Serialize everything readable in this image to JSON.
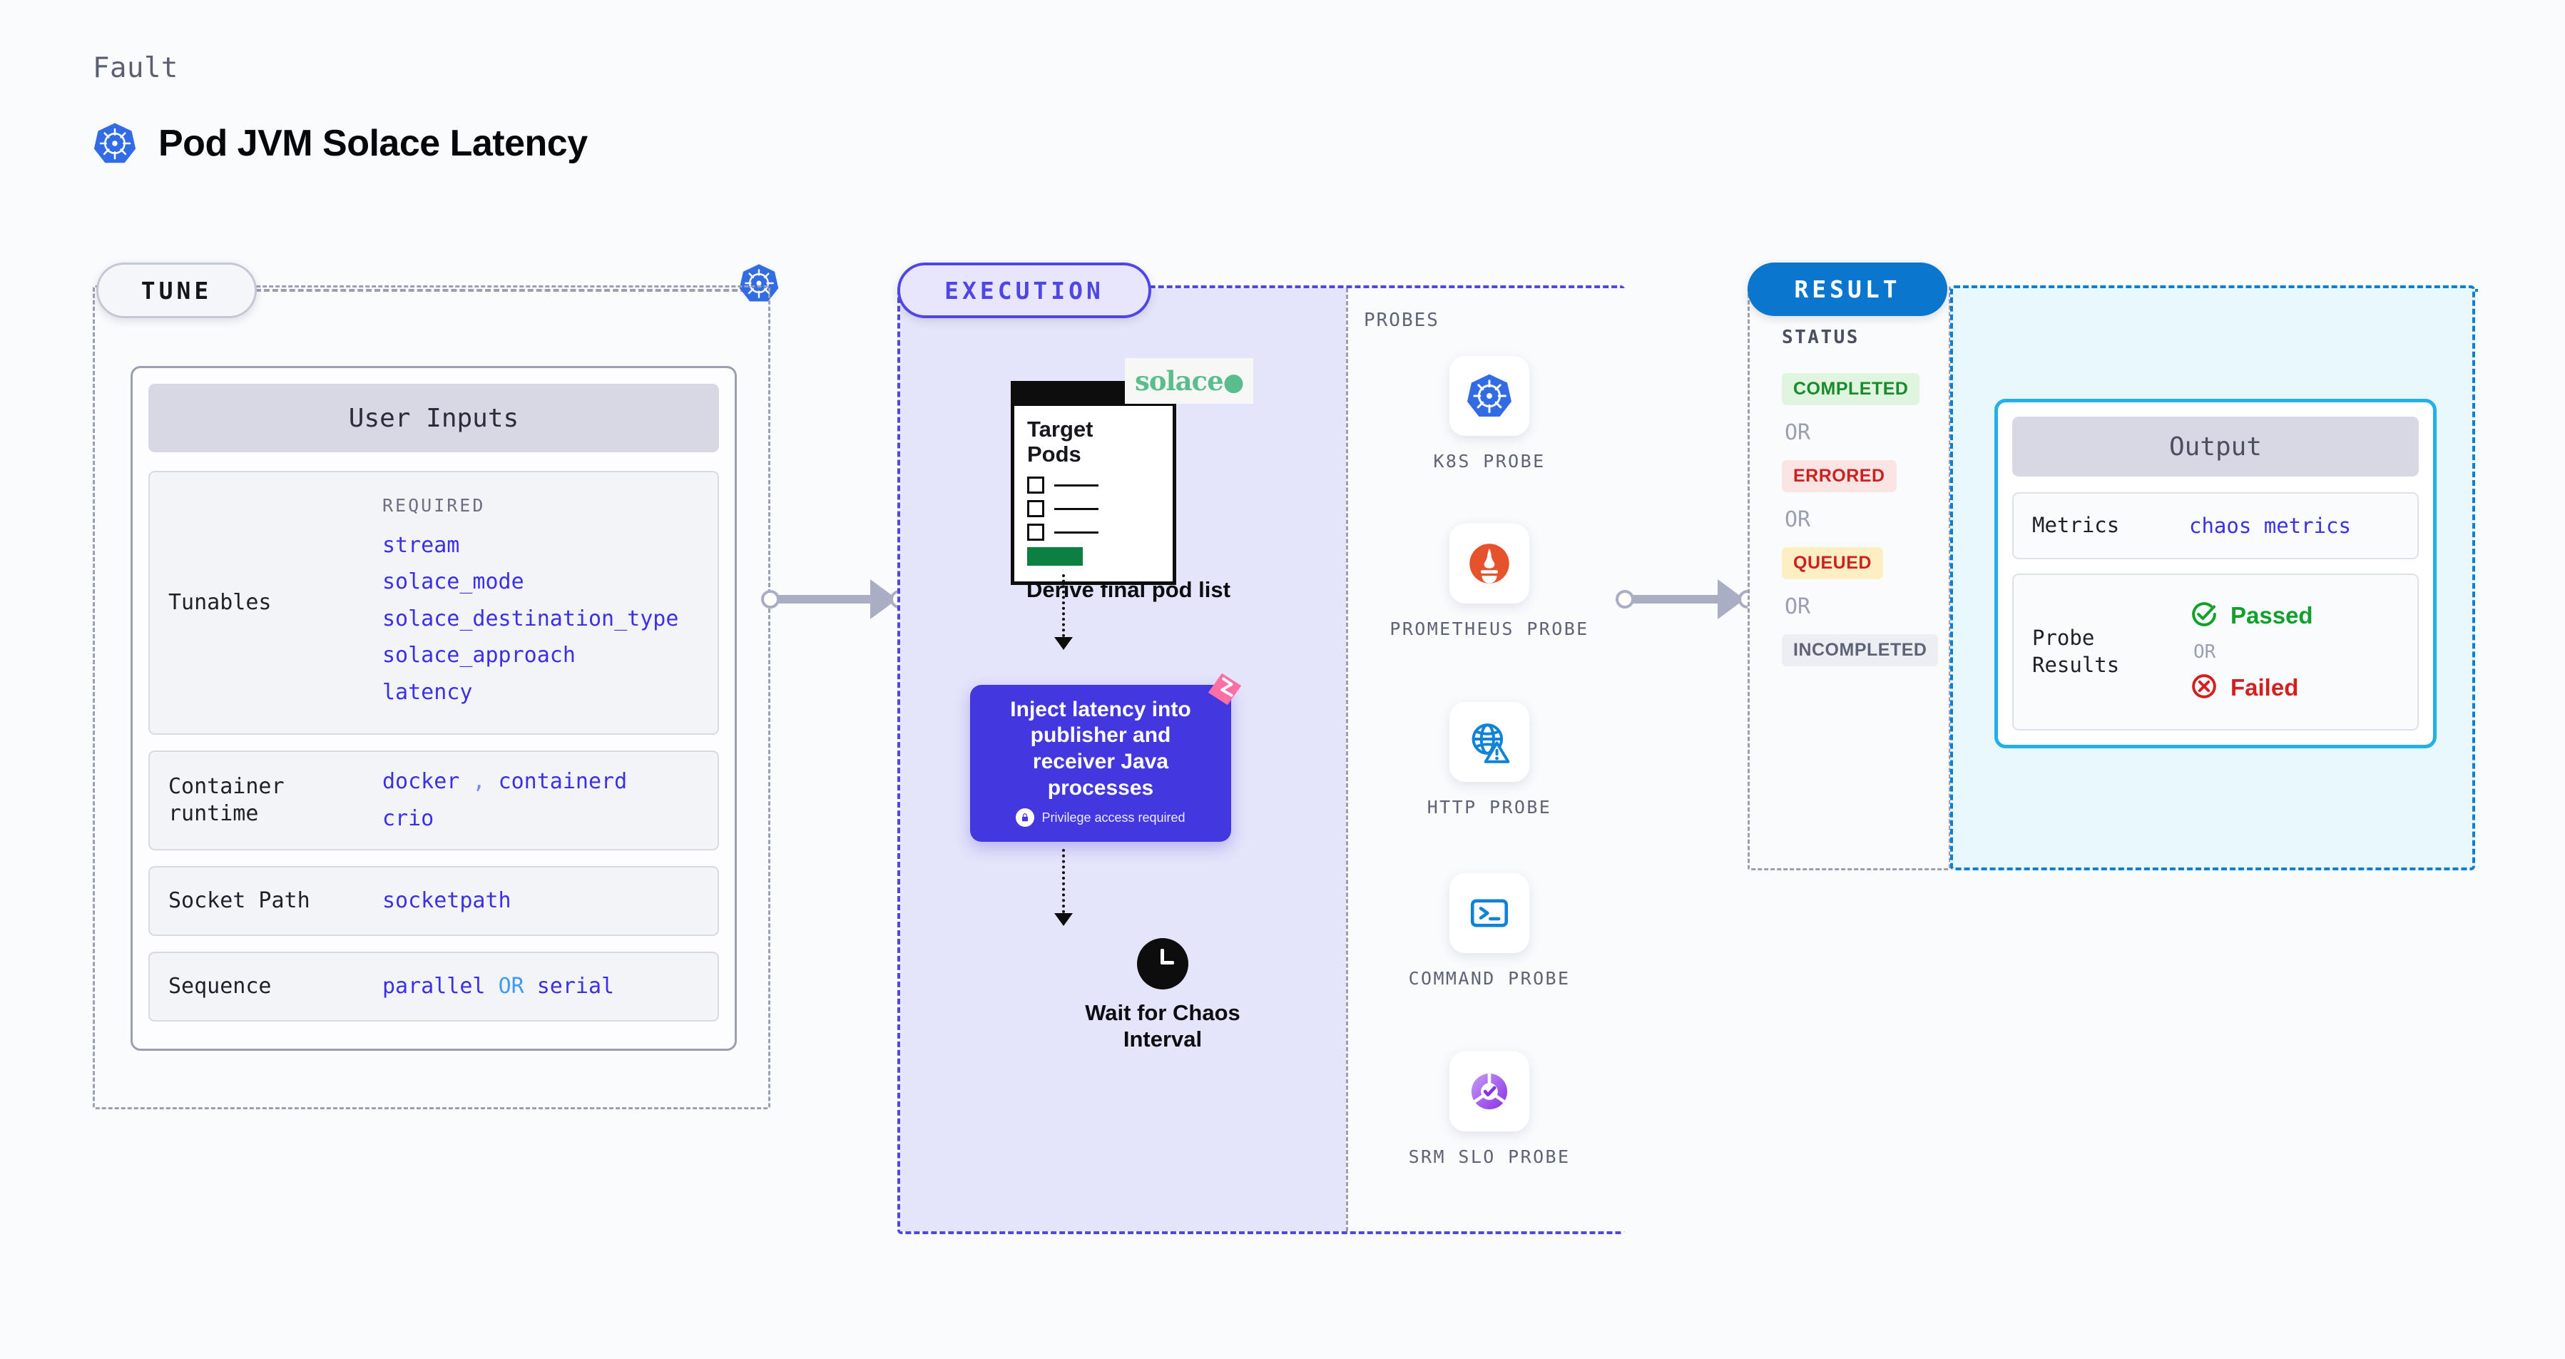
{
  "header": {
    "eyebrow": "Fault",
    "title": "Pod JVM Solace Latency",
    "icon": "kubernetes-icon"
  },
  "colors": {
    "kubernetes_blue": "#326CE5",
    "execution_indigo": "#4F46E5",
    "execution_fill": "#E4E4FB",
    "result_blue": "#0B76CE",
    "result_fill": "#E9F8FD",
    "output_border": "#23B0E8",
    "value_violet": "#3B30E8",
    "or_light_blue": "#3F9BF5",
    "inject_box": "#4338E0",
    "ribbon_pink": "#FB6FA5",
    "prometheus_orange": "#E6522C",
    "solace_green": "#5BBD8C",
    "passed_green": "#12A02C",
    "failed_red": "#D41F1F"
  },
  "tune": {
    "pill_label": "TUNE",
    "card_title": "User Inputs",
    "tunables": {
      "label": "Tunables",
      "required_label": "REQUIRED",
      "items": [
        "stream",
        "solace_mode",
        "solace_destination_type",
        "solace_approach",
        "latency"
      ]
    },
    "rows": [
      {
        "label": "Container runtime",
        "values": [
          "docker",
          "containerd",
          "crio"
        ],
        "separator": ","
      },
      {
        "label": "Socket Path",
        "values": [
          "socketpath"
        ]
      },
      {
        "label": "Sequence",
        "values": [
          "parallel",
          "serial"
        ],
        "joiner": "OR"
      }
    ]
  },
  "execution": {
    "pill_label": "EXECUTION",
    "target_pods": {
      "title_line1": "Target",
      "title_line2": "Pods",
      "badge": "solace",
      "badge_icon": "solace-logo-dot",
      "caption": "Derive final pod list",
      "checkbox_count": 3
    },
    "inject": {
      "text": "Inject latency into publisher and receiver Java processes",
      "privilege_note": "Privilege access required",
      "privilege_icon": "lock-icon",
      "ribbon_icon": "ribbon-bookmark-icon"
    },
    "wait": {
      "icon": "clock-icon",
      "label_line1": "Wait for Chaos",
      "label_line2": "Interval"
    },
    "probes": {
      "title": "PROBES",
      "items": [
        {
          "label": "K8S PROBE",
          "icon": "kubernetes-icon"
        },
        {
          "label": "PROMETHEUS PROBE",
          "icon": "prometheus-icon"
        },
        {
          "label": "HTTP PROBE",
          "icon": "globe-warning-icon"
        },
        {
          "label": "COMMAND PROBE",
          "icon": "terminal-icon"
        },
        {
          "label": "SRM SLO PROBE",
          "icon": "srm-slo-donut-icon"
        }
      ]
    }
  },
  "result": {
    "pill_label": "RESULT",
    "status": {
      "title": "STATUS",
      "or_label": "OR",
      "badges": [
        "COMPLETED",
        "ERRORED",
        "QUEUED",
        "INCOMPLETED"
      ]
    },
    "output": {
      "title": "Output",
      "metrics": {
        "label": "Metrics",
        "value": "chaos metrics"
      },
      "probe_results": {
        "label_line1": "Probe",
        "label_line2": "Results",
        "passed": "Passed",
        "passed_icon": "check-circle-icon",
        "or_label": "OR",
        "failed": "Failed",
        "failed_icon": "x-circle-icon"
      }
    }
  }
}
